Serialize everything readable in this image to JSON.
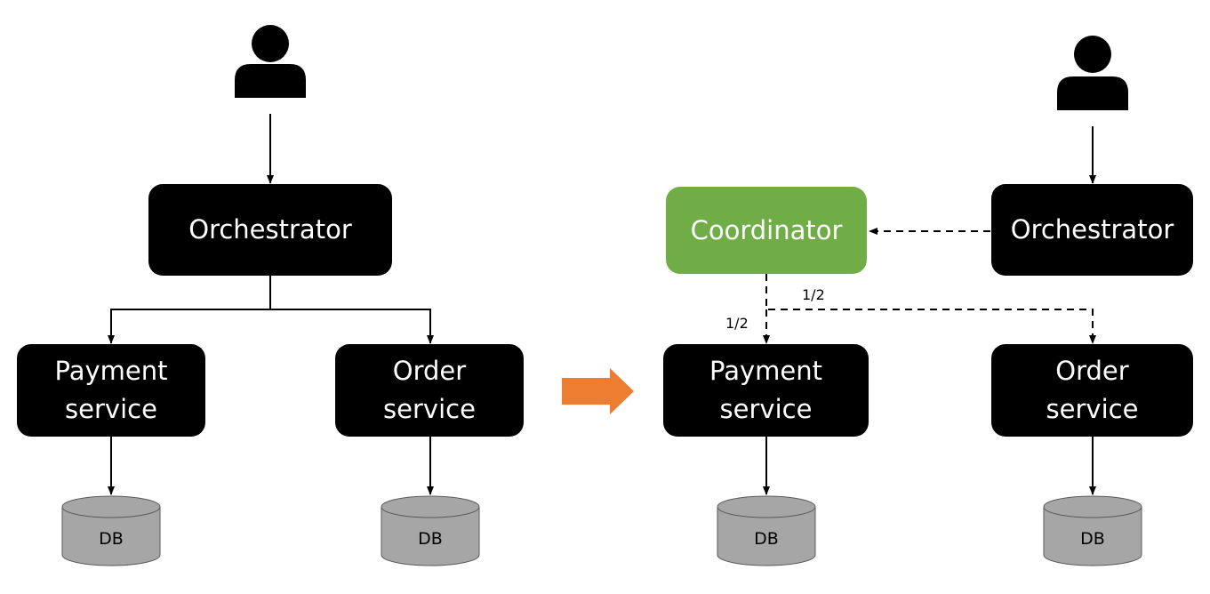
{
  "left_diagram": {
    "orchestrator": "Orchestrator",
    "payment_line1": "Payment",
    "payment_line2": "service",
    "order_line1": "Order",
    "order_line2": "service",
    "db_payment": "DB",
    "db_order": "DB"
  },
  "right_diagram": {
    "coordinator": "Coordinator",
    "orchestrator": "Orchestrator",
    "payment_line1": "Payment",
    "payment_line2": "service",
    "order_line1": "Order",
    "order_line2": "service",
    "db_payment": "DB",
    "db_order": "DB",
    "ratio_payment": "1/2",
    "ratio_order": "1/2"
  },
  "icons": {
    "user": "user-icon",
    "transition_arrow": "arrow-right-icon"
  },
  "colors": {
    "node_fill": "#000000",
    "coordinator_fill": "#70ad47",
    "transition_arrow": "#ed7d31",
    "db_fill": "#a6a6a6"
  }
}
